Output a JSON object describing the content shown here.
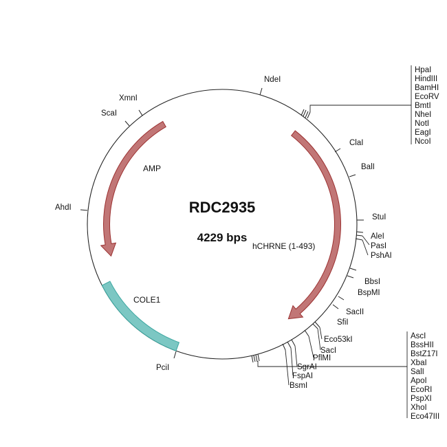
{
  "plasmid": {
    "name": "RDC2935",
    "size_label": "4229 bps"
  },
  "colors": {
    "arrow_fill": "#c17676",
    "arrow_stroke": "#9b3030",
    "cole1_fill": "#7cc7c3",
    "cole1_stroke": "#3aa6a0"
  },
  "features": [
    {
      "name": "AMP",
      "kind": "arrow"
    },
    {
      "name": "hCHRNE (1-493)",
      "kind": "arrow"
    },
    {
      "name": "COLE1",
      "kind": "band"
    }
  ],
  "sites": [
    {
      "name": "NdeI"
    },
    {
      "name": "ClaI"
    },
    {
      "name": "BalI"
    },
    {
      "name": "StuI"
    },
    {
      "name": "AleI"
    },
    {
      "name": "PasI"
    },
    {
      "name": "PshAI"
    },
    {
      "name": "BbsI"
    },
    {
      "name": "BspMI"
    },
    {
      "name": "SacII"
    },
    {
      "name": "SfiI"
    },
    {
      "name": "Eco53kI"
    },
    {
      "name": "SacI"
    },
    {
      "name": "PflMI"
    },
    {
      "name": "SgrAI"
    },
    {
      "name": "FspAI"
    },
    {
      "name": "BsmI"
    },
    {
      "name": "PciI"
    },
    {
      "name": "AhdI"
    },
    {
      "name": "ScaI"
    },
    {
      "name": "XmnI"
    }
  ],
  "site_groups": [
    {
      "names": [
        "HpaI",
        "HindIII",
        "BamHI",
        "EcoRV",
        "BmtI",
        "NheI",
        "NotI",
        "EagI",
        "NcoI"
      ]
    },
    {
      "names": [
        "AscI",
        "BssHII",
        "BstZ17I",
        "XbaI",
        "SalI",
        "ApoI",
        "EcoRI",
        "PspXI",
        "XhoI",
        "Eco47III"
      ]
    }
  ]
}
